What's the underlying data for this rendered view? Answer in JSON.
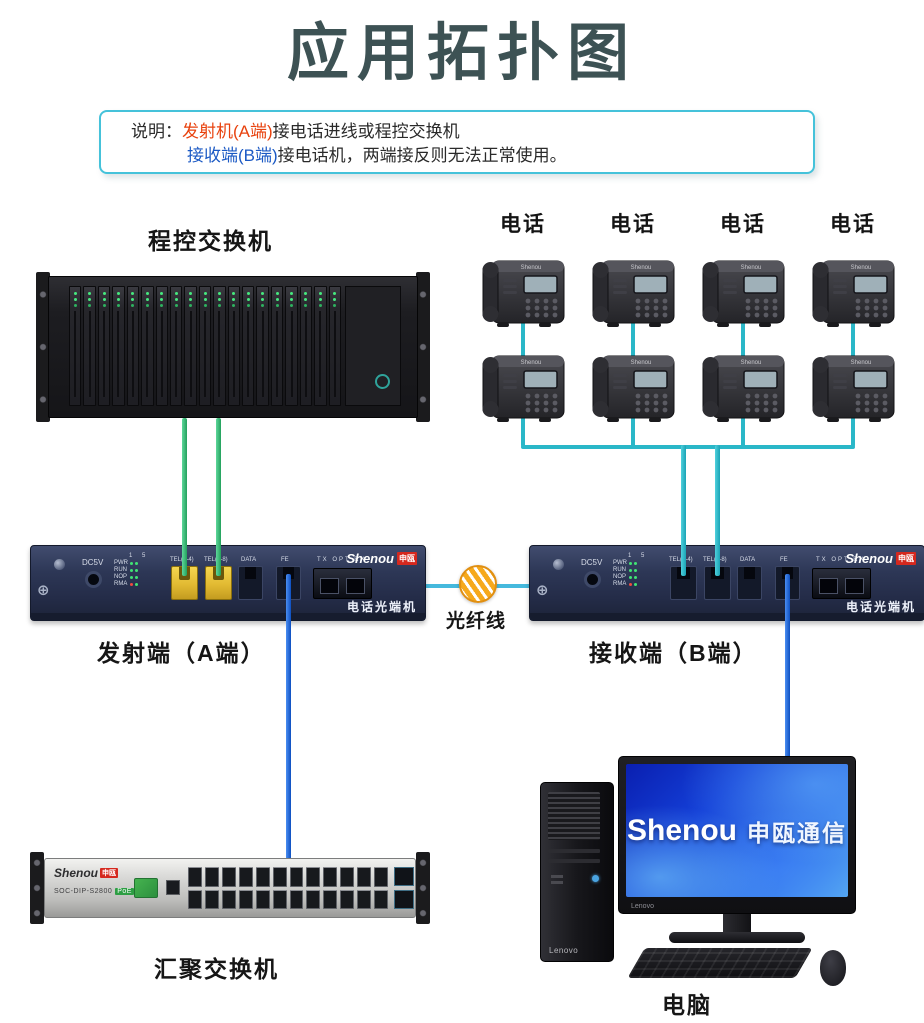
{
  "title": "应用拓扑图",
  "note": {
    "label": "说明：",
    "line1_highlight": "发射机(A端)",
    "line1_rest": "接电话进线或程控交换机",
    "line2_highlight": "接收端(B端)",
    "line2_rest": "接电话机，两端接反则无法正常使用。"
  },
  "labels": {
    "pbx": "程控交换机",
    "phone": "电话",
    "transmitter": "发射端（A端）",
    "receiver": "接收端（B端）",
    "fiber": "光纤线",
    "aggregation_switch": "汇聚交换机",
    "computer": "电脑"
  },
  "optical_device": {
    "brand": "Shenou",
    "brand_cn": "申瓯",
    "product": "电话光端机",
    "dc_label": "DC5V",
    "led_header": "1 5",
    "leds": [
      "PWR",
      "RUN",
      "NOP",
      "RMA"
    ],
    "port_tel_a": "TEL(1-4)",
    "port_tel_b": "TEL(5-8)",
    "port_data": "DATA",
    "port_fe": "FE",
    "port_opt": "TX OPT RX"
  },
  "switch": {
    "brand": "Shenou",
    "brand_cn": "申瓯",
    "model": "SOC-DIP-S2800",
    "poe": "PoE"
  },
  "computer": {
    "screen_brand_en": "Shenou",
    "screen_brand_cn": "申瓯通信",
    "brand": "Lenovo"
  },
  "phone": {
    "brand": "Shenou"
  },
  "colors": {
    "title": "#3d5254",
    "note_border": "#45c2da",
    "note_highlight_red": "#e8420e",
    "note_highlight_blue": "#1b59c4",
    "cable_pbx_green": "#2fae6e",
    "cable_phone_cyan": "#2ab7c8",
    "cable_ethernet_blue": "#1565dd",
    "fiber_icon_orange": "#f6a91c"
  }
}
